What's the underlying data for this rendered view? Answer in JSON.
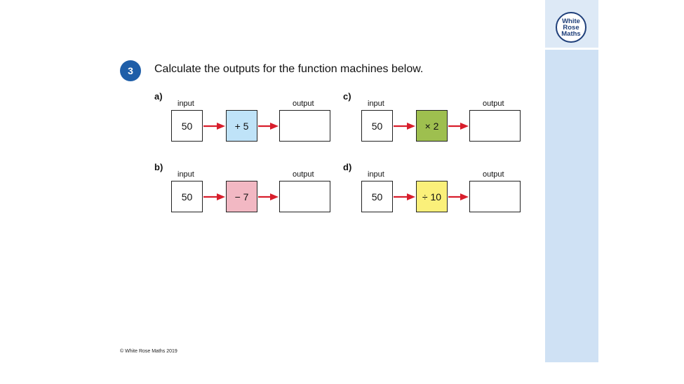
{
  "question": {
    "number": "3",
    "text": "Calculate the outputs for the function machines below."
  },
  "labels": {
    "input": "input",
    "output": "output"
  },
  "machines": [
    {
      "part": "a)",
      "input_value": "50",
      "operation": "+ 5",
      "output_value": "",
      "color": "#bfe3f8"
    },
    {
      "part": "c)",
      "input_value": "50",
      "operation": "× 2",
      "output_value": "",
      "color": "#9ebf4f"
    },
    {
      "part": "b)",
      "input_value": "50",
      "operation": "− 7",
      "output_value": "",
      "color": "#f2b8c3"
    },
    {
      "part": "d)",
      "input_value": "50",
      "operation": "÷ 10",
      "output_value": "",
      "color": "#faf07a"
    }
  ],
  "logo": {
    "line1": "White",
    "line2": "Rose",
    "line3": "Maths"
  },
  "footer": "© White Rose Maths 2019",
  "colors": {
    "arrow": "#d81e2c",
    "badge": "#1f5ea8",
    "sidebar": "#cfe1f4"
  }
}
